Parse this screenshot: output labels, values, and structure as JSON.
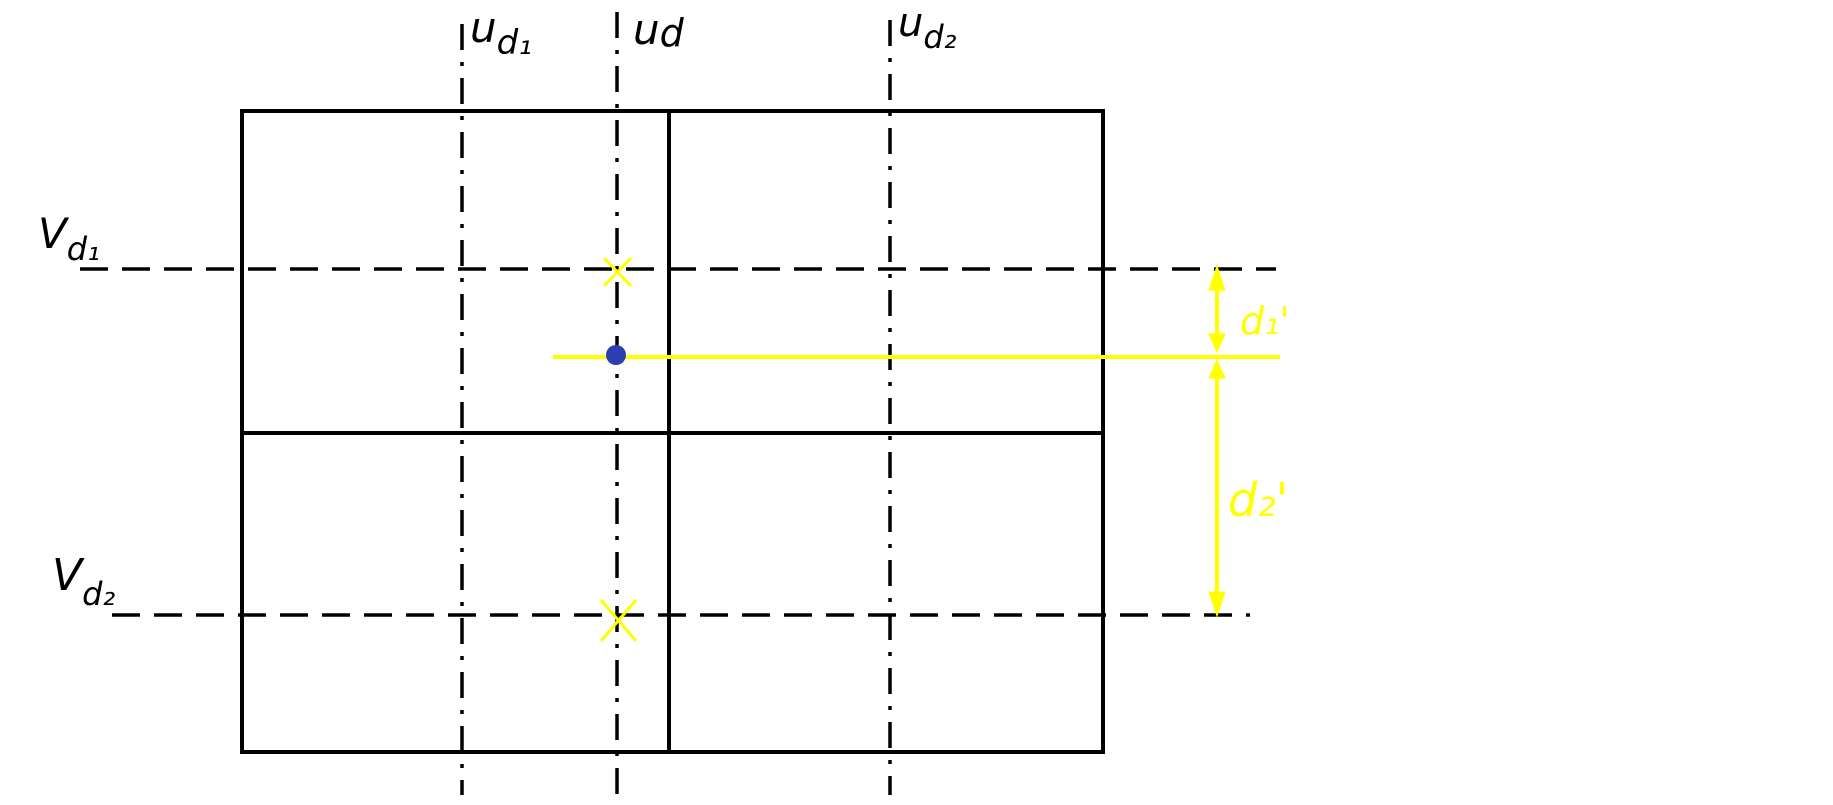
{
  "labels": {
    "u_d1": {
      "base": "u",
      "sub": "d₁"
    },
    "u_d": {
      "base": "u",
      "sub": "d"
    },
    "u_d2": {
      "base": "u",
      "sub": "d₂"
    },
    "v_d1": {
      "base": "V",
      "sub": "d₁"
    },
    "v_d2": {
      "base": "V",
      "sub": "d₂"
    },
    "d1_prime": "d₁'",
    "d2_prime": "d₂'"
  },
  "colors": {
    "ink": "#000000",
    "highlight": "#ffff00",
    "point": "#2b3fb0"
  }
}
